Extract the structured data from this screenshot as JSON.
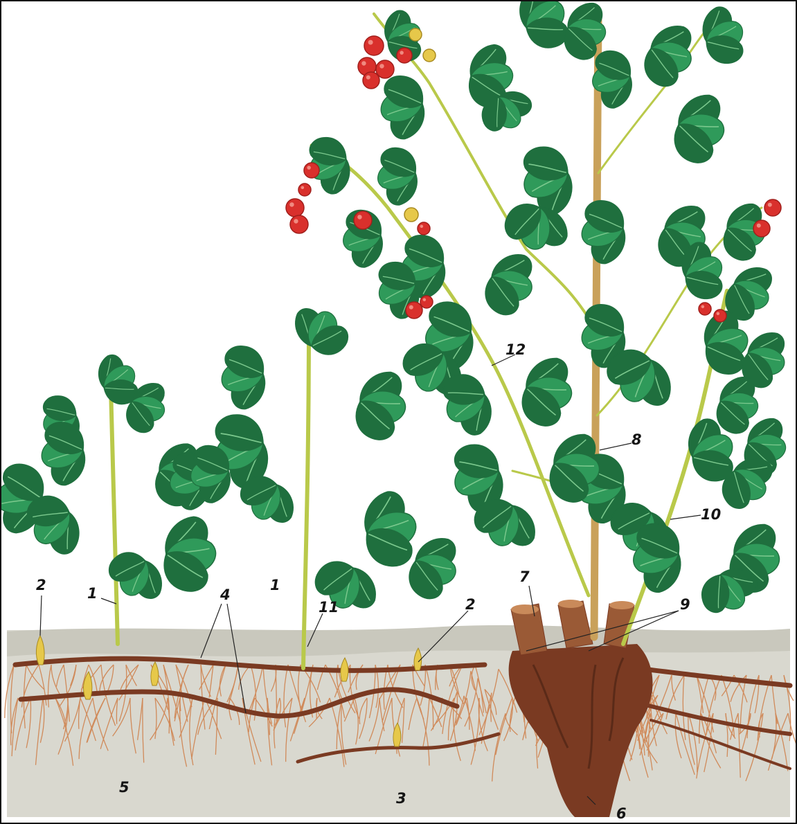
{
  "figure": {
    "subject": "raspberry plant with rhizome, root suckers and fruiting cane",
    "colors": {
      "soil": "#d9d8cf",
      "soil_top": "#c9c8bd",
      "ground_dark": "#b8b6aa",
      "root": "#7a3a22",
      "fine_root": "#d08a5a",
      "stem": "#b9c94a",
      "stem_dark": "#8c9a2a",
      "cane": "#c9a15a",
      "leaf": "#2f9a5a",
      "leaf_dark": "#1f6f3e",
      "leaf_light": "#7cc98e",
      "berry": "#d9302c",
      "berry_dark": "#a11f1c",
      "bud": "#e6c84a",
      "number": "#151515"
    },
    "labels": [
      {
        "id": "shoot_left",
        "text": "1"
      },
      {
        "id": "shoot_mid",
        "text": "1"
      },
      {
        "id": "bud_left",
        "text": "2"
      },
      {
        "id": "bud_right",
        "text": "2"
      },
      {
        "id": "bud_deep",
        "text": "3"
      },
      {
        "id": "rhizome",
        "text": "4"
      },
      {
        "id": "fibrous_root",
        "text": "5"
      },
      {
        "id": "root_crown",
        "text": "6"
      },
      {
        "id": "old_stump",
        "text": "7"
      },
      {
        "id": "fruiting_cane",
        "text": "8"
      },
      {
        "id": "renewal_bud",
        "text": "9"
      },
      {
        "id": "young_cane",
        "text": "10"
      },
      {
        "id": "adventitious_root",
        "text": "11"
      },
      {
        "id": "fruiting_branch",
        "text": "12"
      }
    ]
  }
}
